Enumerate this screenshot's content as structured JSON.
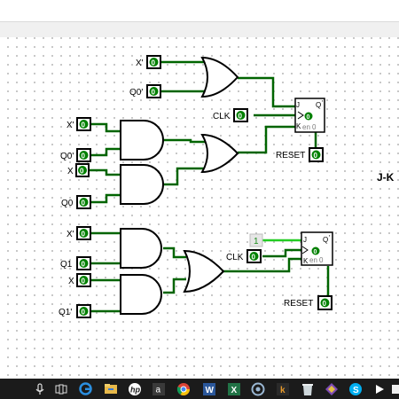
{
  "canvas": {
    "title_partial": "J-K",
    "circuit1": {
      "or_inputs": [
        {
          "label": "X'",
          "value": "0"
        },
        {
          "label": "Q0'",
          "value": "0"
        }
      ],
      "and1_inputs": [
        {
          "label": "X'",
          "value": "0"
        },
        {
          "label": "Q0'",
          "value": "0"
        }
      ],
      "and2_inputs": [
        {
          "label": "X",
          "value": "0"
        },
        {
          "label": "Q0",
          "value": "0"
        }
      ],
      "clk": {
        "label": "CLK",
        "value": "0"
      },
      "reset": {
        "label": "RESET",
        "value": "0"
      },
      "flipflop": {
        "j": "J",
        "k": "K",
        "q": "Q",
        "q_value": "0",
        "en": "en",
        "en_value": "0"
      }
    },
    "circuit2": {
      "and1_inputs": [
        {
          "label": "X'",
          "value": "0"
        },
        {
          "label": "Q1",
          "value": "0"
        }
      ],
      "and2_inputs": [
        {
          "label": "X",
          "value": "0"
        },
        {
          "label": "Q1'",
          "value": "0"
        }
      ],
      "const_one": "1",
      "clk": {
        "label": "CLK",
        "value": "0"
      },
      "reset": {
        "label": "RESET",
        "value": "0"
      },
      "flipflop": {
        "j": "J",
        "k": "K",
        "q": "Q",
        "q_value": "0",
        "en": "en",
        "en_value": "0"
      }
    }
  },
  "taskbar": {
    "icons": [
      "microphone-icon",
      "task-view-icon",
      "edge-icon",
      "file-explorer-icon",
      "hp-icon",
      "amazon-icon",
      "chrome-icon",
      "word-icon",
      "excel-icon",
      "circle-app-icon",
      "k-app-icon",
      "recycle-bin-icon",
      "purple-app-icon",
      "skype-icon",
      "play-icon",
      "windows-app-icon"
    ]
  }
}
